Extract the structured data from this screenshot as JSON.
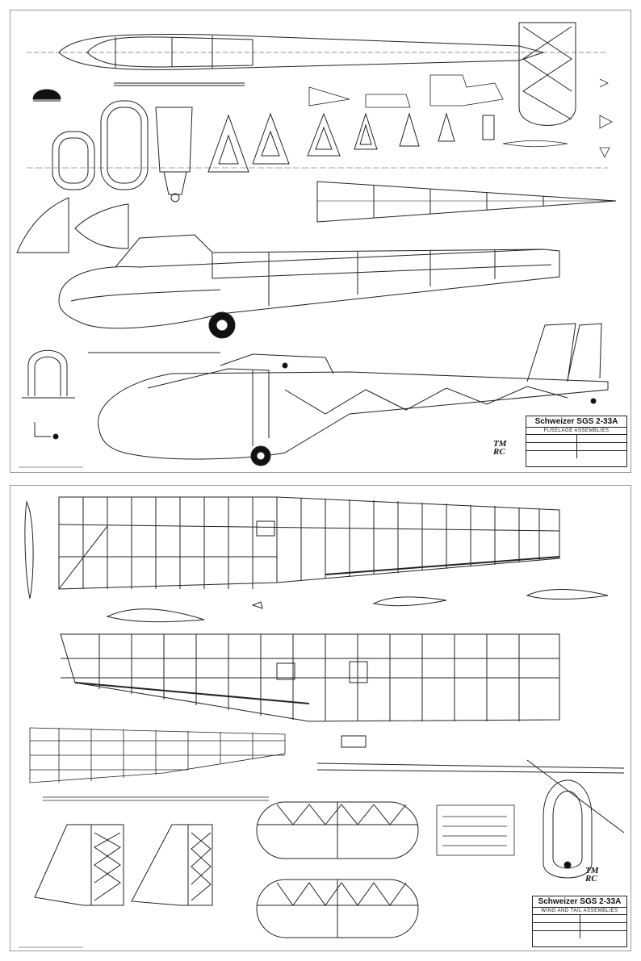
{
  "sheet_top": {
    "title": "Schweizer SGS 2-33A",
    "subtitle": "FUSELAGE ASSEMBLIES",
    "logo": "TM RC"
  },
  "sheet_bottom": {
    "title": "Schweizer SGS 2-33A",
    "subtitle": "WING AND TAIL ASSEMBLIES",
    "logo": "TM RC"
  }
}
